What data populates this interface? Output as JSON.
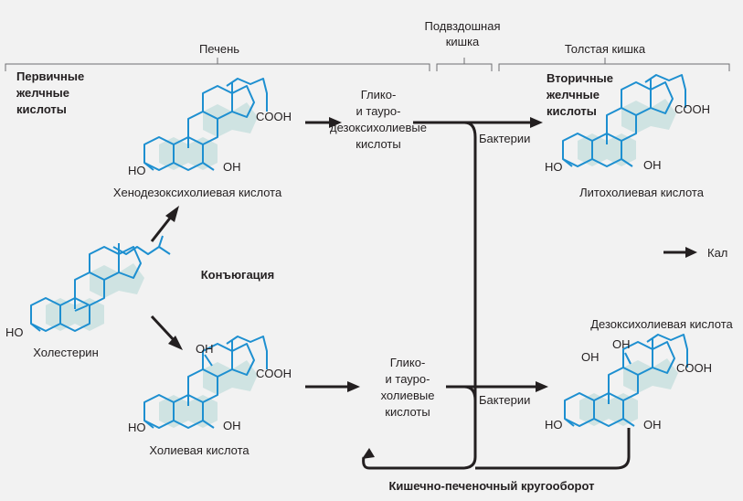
{
  "regions": {
    "liver": "Печень",
    "ileum": [
      "Подвздошная",
      "кишка"
    ],
    "colon": "Толстая кишка"
  },
  "primary_heading": [
    "Первичные",
    "желчные",
    "кислоты"
  ],
  "secondary_heading": [
    "Вторичные",
    "желчные",
    "кислоты"
  ],
  "conjugation": "Конъюгация",
  "compounds": {
    "cholesterol": {
      "name": "Холестерин",
      "ho": "HO"
    },
    "chenodeoxycholic": {
      "name": "Хенодезоксихолиевая кислота",
      "ho1": "HO",
      "oh2": "OH",
      "cooh": "COOH"
    },
    "cholic": {
      "name": "Холиевая кислота",
      "ho1": "HO",
      "oh2": "OH",
      "oh3": "OH",
      "cooh": "COOH"
    },
    "lithocholic": {
      "name": "Литохолиевая кислота",
      "ho1": "HO",
      "oh2": "OH",
      "cooh": "COOH"
    },
    "deoxycholic": {
      "name": "Дезоксихолиевая кислота",
      "ho1": "HO",
      "oh2": "OH",
      "oh3": "OH",
      "oh4": "OH",
      "cooh": "COOH"
    }
  },
  "conjugates": {
    "upper": [
      "Глико-",
      "и тауро-",
      "дезоксихолиевые",
      "кислоты"
    ],
    "lower": [
      "Глико-",
      "и тауро-",
      "холиевые",
      "кислоты"
    ]
  },
  "bacteria": "Бактерии",
  "feces": "Кал",
  "enterohepatic": "Кишечно-печеночный кругооборот",
  "colors": {
    "ring_fill": "#cfe3e2",
    "bond": "#1d8fd0",
    "arrow": "#231f20",
    "background": "#f2f2f2"
  }
}
